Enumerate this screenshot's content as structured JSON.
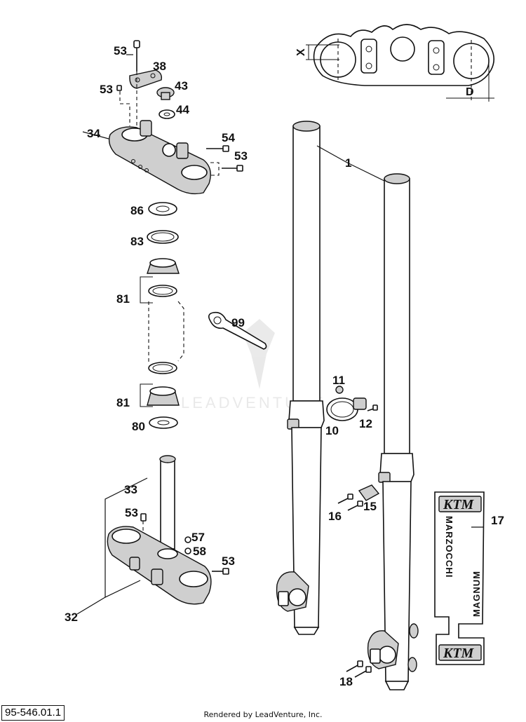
{
  "callouts": {
    "c53_top": "53",
    "c38": "38",
    "c53_small": "53",
    "c43": "43",
    "c44": "44",
    "c34": "34",
    "c54": "54",
    "c53_right": "53",
    "c86": "86",
    "c83": "83",
    "c81_upper": "81",
    "c99": "99",
    "c81_lower": "81",
    "c80": "80",
    "c33": "33",
    "c53_lower": "53",
    "c57": "57",
    "c58": "58",
    "c53_lower_right": "53",
    "c32": "32",
    "c1": "1",
    "c11": "11",
    "c10": "10",
    "c12": "12",
    "c15": "15",
    "c16": "16",
    "c17": "17",
    "c18": "18"
  },
  "dimensions": {
    "x_label": "X",
    "d_label": "D"
  },
  "decal": {
    "logo_top": "KTM",
    "logo_bottom": "KTM",
    "brand": "MARZOCCHI",
    "model": "MAGNUM"
  },
  "watermark": {
    "text": "LEADVENTURE"
  },
  "footer": {
    "part_number": "95-546.01.1",
    "credit": "Rendered by LeadVenture, Inc."
  }
}
